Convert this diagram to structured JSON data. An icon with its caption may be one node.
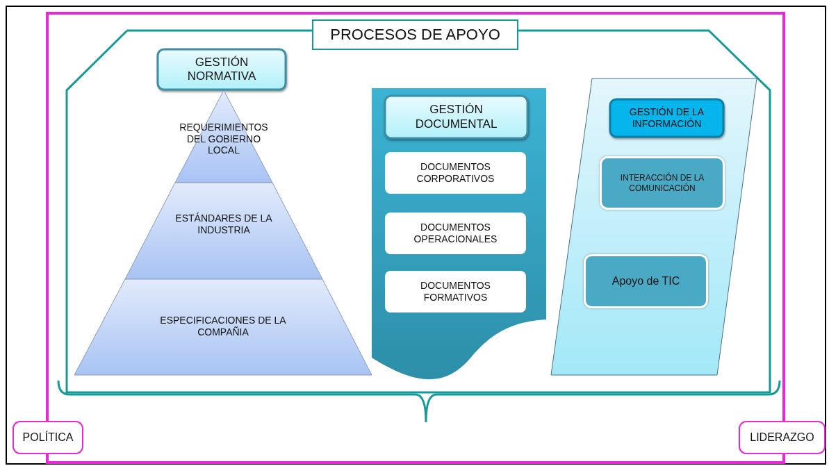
{
  "diagram": {
    "nodes": [
      {
        "text": [
          "PROCESOS DE APOYO"
        ]
      },
      {
        "text": [
          "GESTIÓN NORMATIVA"
        ],
        "in": 0
      },
      {
        "text": [
          "REQUERIMIENTOS DEL GOBIERNO LOCAL"
        ],
        "in": 0
      },
      {
        "text": [
          "ESTÁNDARES DE LA INDUSTRIA"
        ],
        "in": 0
      },
      {
        "text": [
          "ESPECIFICACIONES DE LA COMPAÑIA"
        ],
        "in": 0
      },
      {
        "text": [],
        "shape": "document",
        "in": 0
      },
      {
        "text": [
          "GESTIÓN DOCUMENTAL"
        ],
        "in": 5
      },
      {
        "text": [
          "DOCUMENTOS CORPORATIVOS"
        ],
        "in": 5
      },
      {
        "text": [
          "DOCUMENTOS OPERACIONALES"
        ],
        "in": 5
      },
      {
        "text": [
          "DOCUMENTOS FORMATIVOS"
        ],
        "in": 5
      },
      {
        "text": [],
        "shape": "parallelogram",
        "in": 0
      },
      {
        "text": [
          "GESTIÓN DE LA INFORMACIÓN"
        ],
        "in": 10
      },
      {
        "text": [
          "INTERACCIÓN DE LA COMUNICACIÓN"
        ],
        "in": 10
      },
      {
        "text": [
          "Apoyo de TIC"
        ],
        "in": 10
      },
      {
        "text": [
          "POLÍTICA"
        ]
      },
      {
        "text": [
          "LIDERAZGO"
        ]
      }
    ],
    "edges": []
  }
}
